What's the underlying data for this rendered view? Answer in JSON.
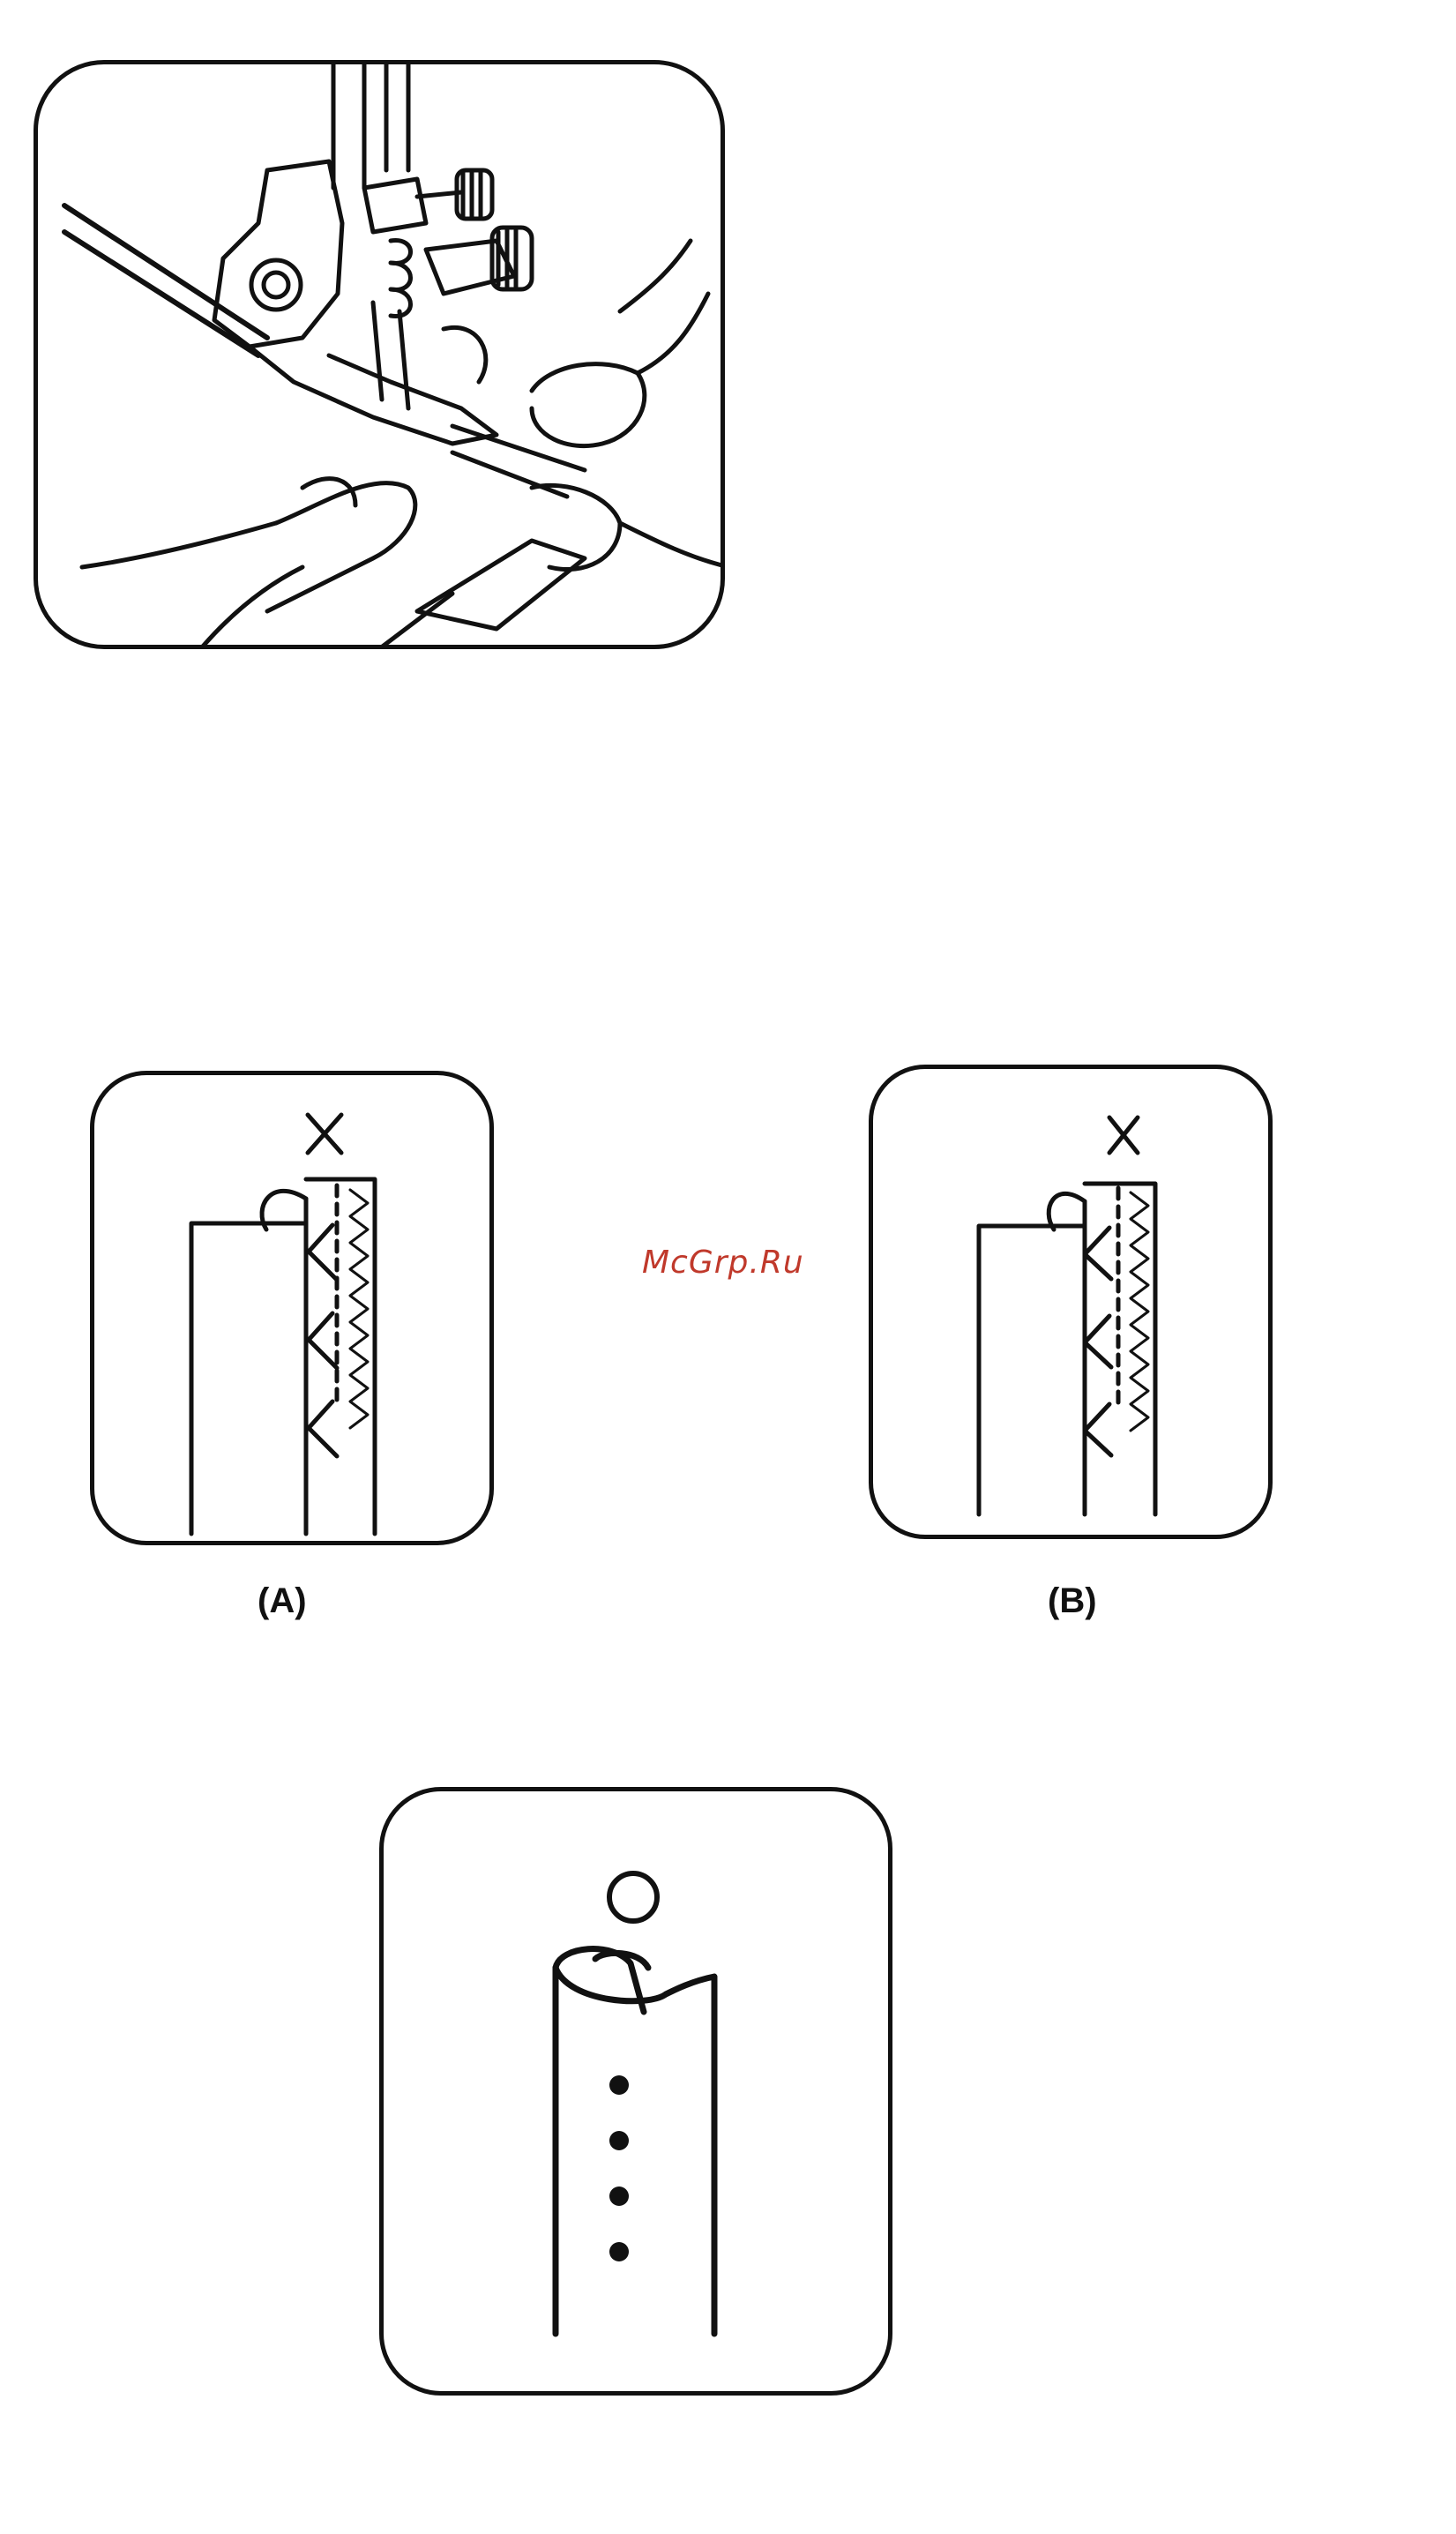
{
  "figures": {
    "top": {
      "illustration": "hands-guiding-fabric-under-presser-foot"
    },
    "a": {
      "mark": "X",
      "caption": "(A)"
    },
    "b": {
      "mark": "X",
      "caption": "(B)"
    },
    "c": {
      "mark": "O"
    }
  },
  "watermark": {
    "text": "McGrp.Ru",
    "color": "#c0392b"
  }
}
